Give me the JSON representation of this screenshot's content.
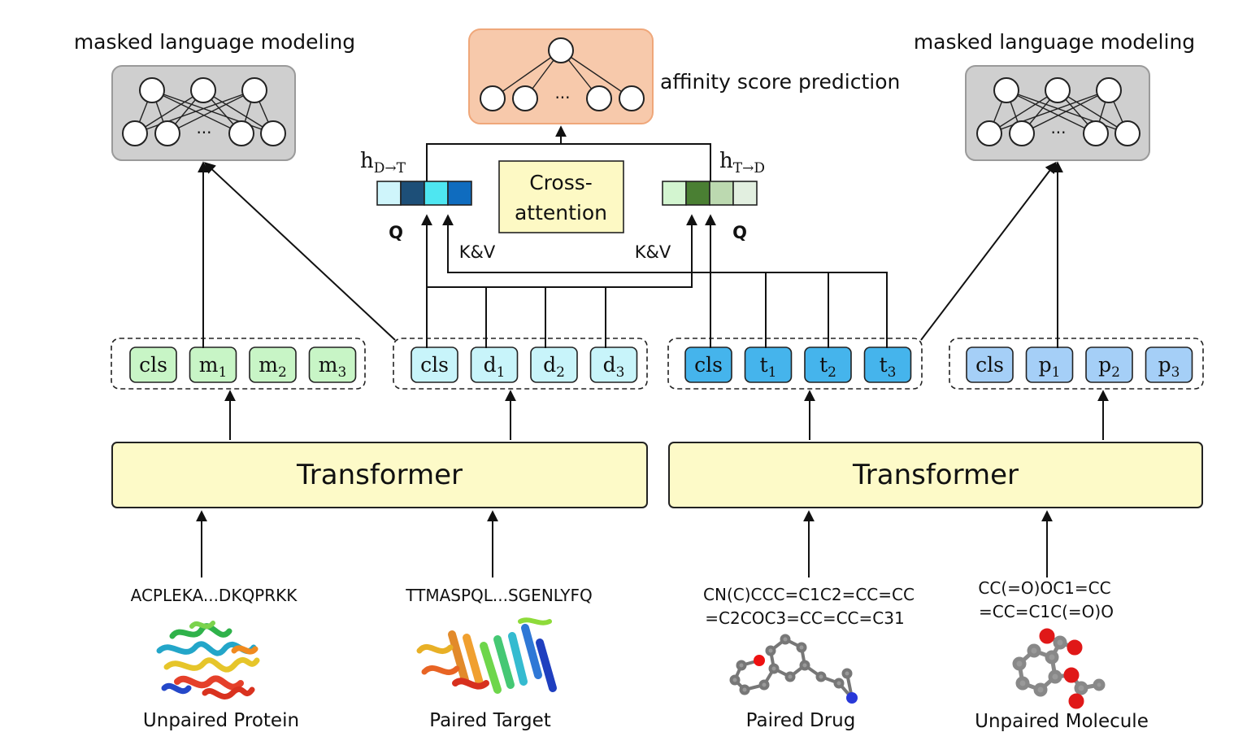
{
  "heads": {
    "mlm_left": "masked language modeling",
    "mlm_right": "masked language modeling",
    "affinity": "affinity score prediction",
    "ellipsis": "···"
  },
  "cross_attention": {
    "label_line1": "Cross-",
    "label_line2": "attention",
    "h_dt": "h",
    "h_dt_sub": "D→T",
    "h_td": "h",
    "h_td_sub": "T→D",
    "q_left": "Q",
    "kv_left": "K&V",
    "kv_right": "K&V",
    "q_right": "Q",
    "colors": {
      "left_vector": [
        "#cff5fb",
        "#1d4f78",
        "#4ee6f1",
        "#0f6cbf"
      ],
      "right_vector": [
        "#d3f5d0",
        "#4a7f33",
        "#bcd9b0",
        "#e2efe0"
      ]
    }
  },
  "tokens": {
    "group_m": [
      {
        "main": "cls",
        "sub": ""
      },
      {
        "main": "m",
        "sub": "1"
      },
      {
        "main": "m",
        "sub": "2"
      },
      {
        "main": "m",
        "sub": "3"
      }
    ],
    "group_d": [
      {
        "main": "cls",
        "sub": ""
      },
      {
        "main": "d",
        "sub": "1"
      },
      {
        "main": "d",
        "sub": "2"
      },
      {
        "main": "d",
        "sub": "3"
      }
    ],
    "group_t": [
      {
        "main": "cls",
        "sub": ""
      },
      {
        "main": "t",
        "sub": "1"
      },
      {
        "main": "t",
        "sub": "2"
      },
      {
        "main": "t",
        "sub": "3"
      }
    ],
    "group_p": [
      {
        "main": "cls",
        "sub": ""
      },
      {
        "main": "p",
        "sub": "1"
      },
      {
        "main": "p",
        "sub": "2"
      },
      {
        "main": "p",
        "sub": "3"
      }
    ],
    "colors": {
      "group_m": "#c8f5c6",
      "group_d": "#c8f4fa",
      "group_t": "#45b4ec",
      "group_p": "#a5cff7"
    }
  },
  "transformers": {
    "left": "Transformer",
    "right": "Transformer"
  },
  "inputs": {
    "protein_seq": "ACPLEKA...DKQPRKK",
    "target_seq": "TTMASPQL...SGENLYFQ",
    "drug_smiles_line1": "CN(C)CCC=C1C2=CC=CC",
    "drug_smiles_line2": "=C2COC3=CC=CC=C31",
    "molecule_smiles_line1": "CC(=O)OC1=CC",
    "molecule_smiles_line2": "=CC=C1C(=O)O",
    "unpaired_protein": "Unpaired Protein",
    "paired_target": "Paired Target",
    "paired_drug": "Paired Drug",
    "unpaired_molecule": "Unpaired Molecule"
  }
}
